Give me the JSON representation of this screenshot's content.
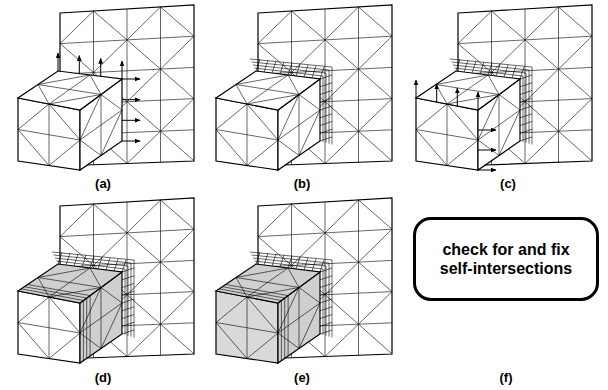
{
  "diagram": {
    "nodes": [
      {
        "text": [
          "check for and fix self-intersections"
        ]
      }
    ],
    "labels": [
      "(a)",
      "(b)",
      "(c)",
      "(d)",
      "(e)",
      "(f)"
    ]
  }
}
